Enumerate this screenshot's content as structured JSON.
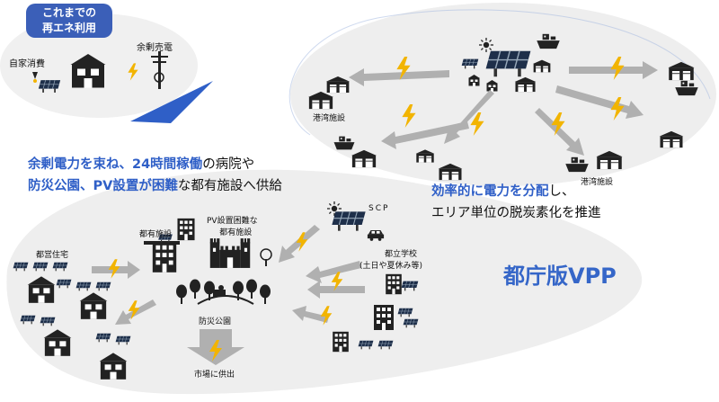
{
  "badge": {
    "line1": "これまでの",
    "line2": "再エネ利用"
  },
  "top_labels": {
    "self_consumption": "自家消費",
    "surplus_sale": "余剰売電"
  },
  "description_left": {
    "l1_a": "余剰電力を束ね、",
    "l1_b": "24時間稼働",
    "l1_c": "の病院や",
    "l2_a": "防災公園、",
    "l2_b": "PV設置が困難",
    "l2_c": "な都有施設へ供給"
  },
  "description_right": {
    "l1_a": "効率的に電力を分配",
    "l1_b": "し、",
    "l2": "エリア単位の脱炭素化を推進"
  },
  "vpp_title": "都庁版VPP",
  "labels": {
    "port_facility": "港湾施設",
    "metro_housing": "都営住宅",
    "metro_facility": "都有施設",
    "pv_hard_1": "PV設置困難な",
    "pv_hard_2": "都有施設",
    "disaster_park": "防災公園",
    "market_supply": "市場に供出",
    "scp": "SCP",
    "school_1": "都立学校",
    "school_2": "(土日や夏休み等)"
  },
  "colors": {
    "accent_blue": "#2f5fc7",
    "ellipse_fill": "#eeeeee",
    "bolt_yellow": "#f2b400",
    "arrow_gray": "#b0b0b0"
  }
}
